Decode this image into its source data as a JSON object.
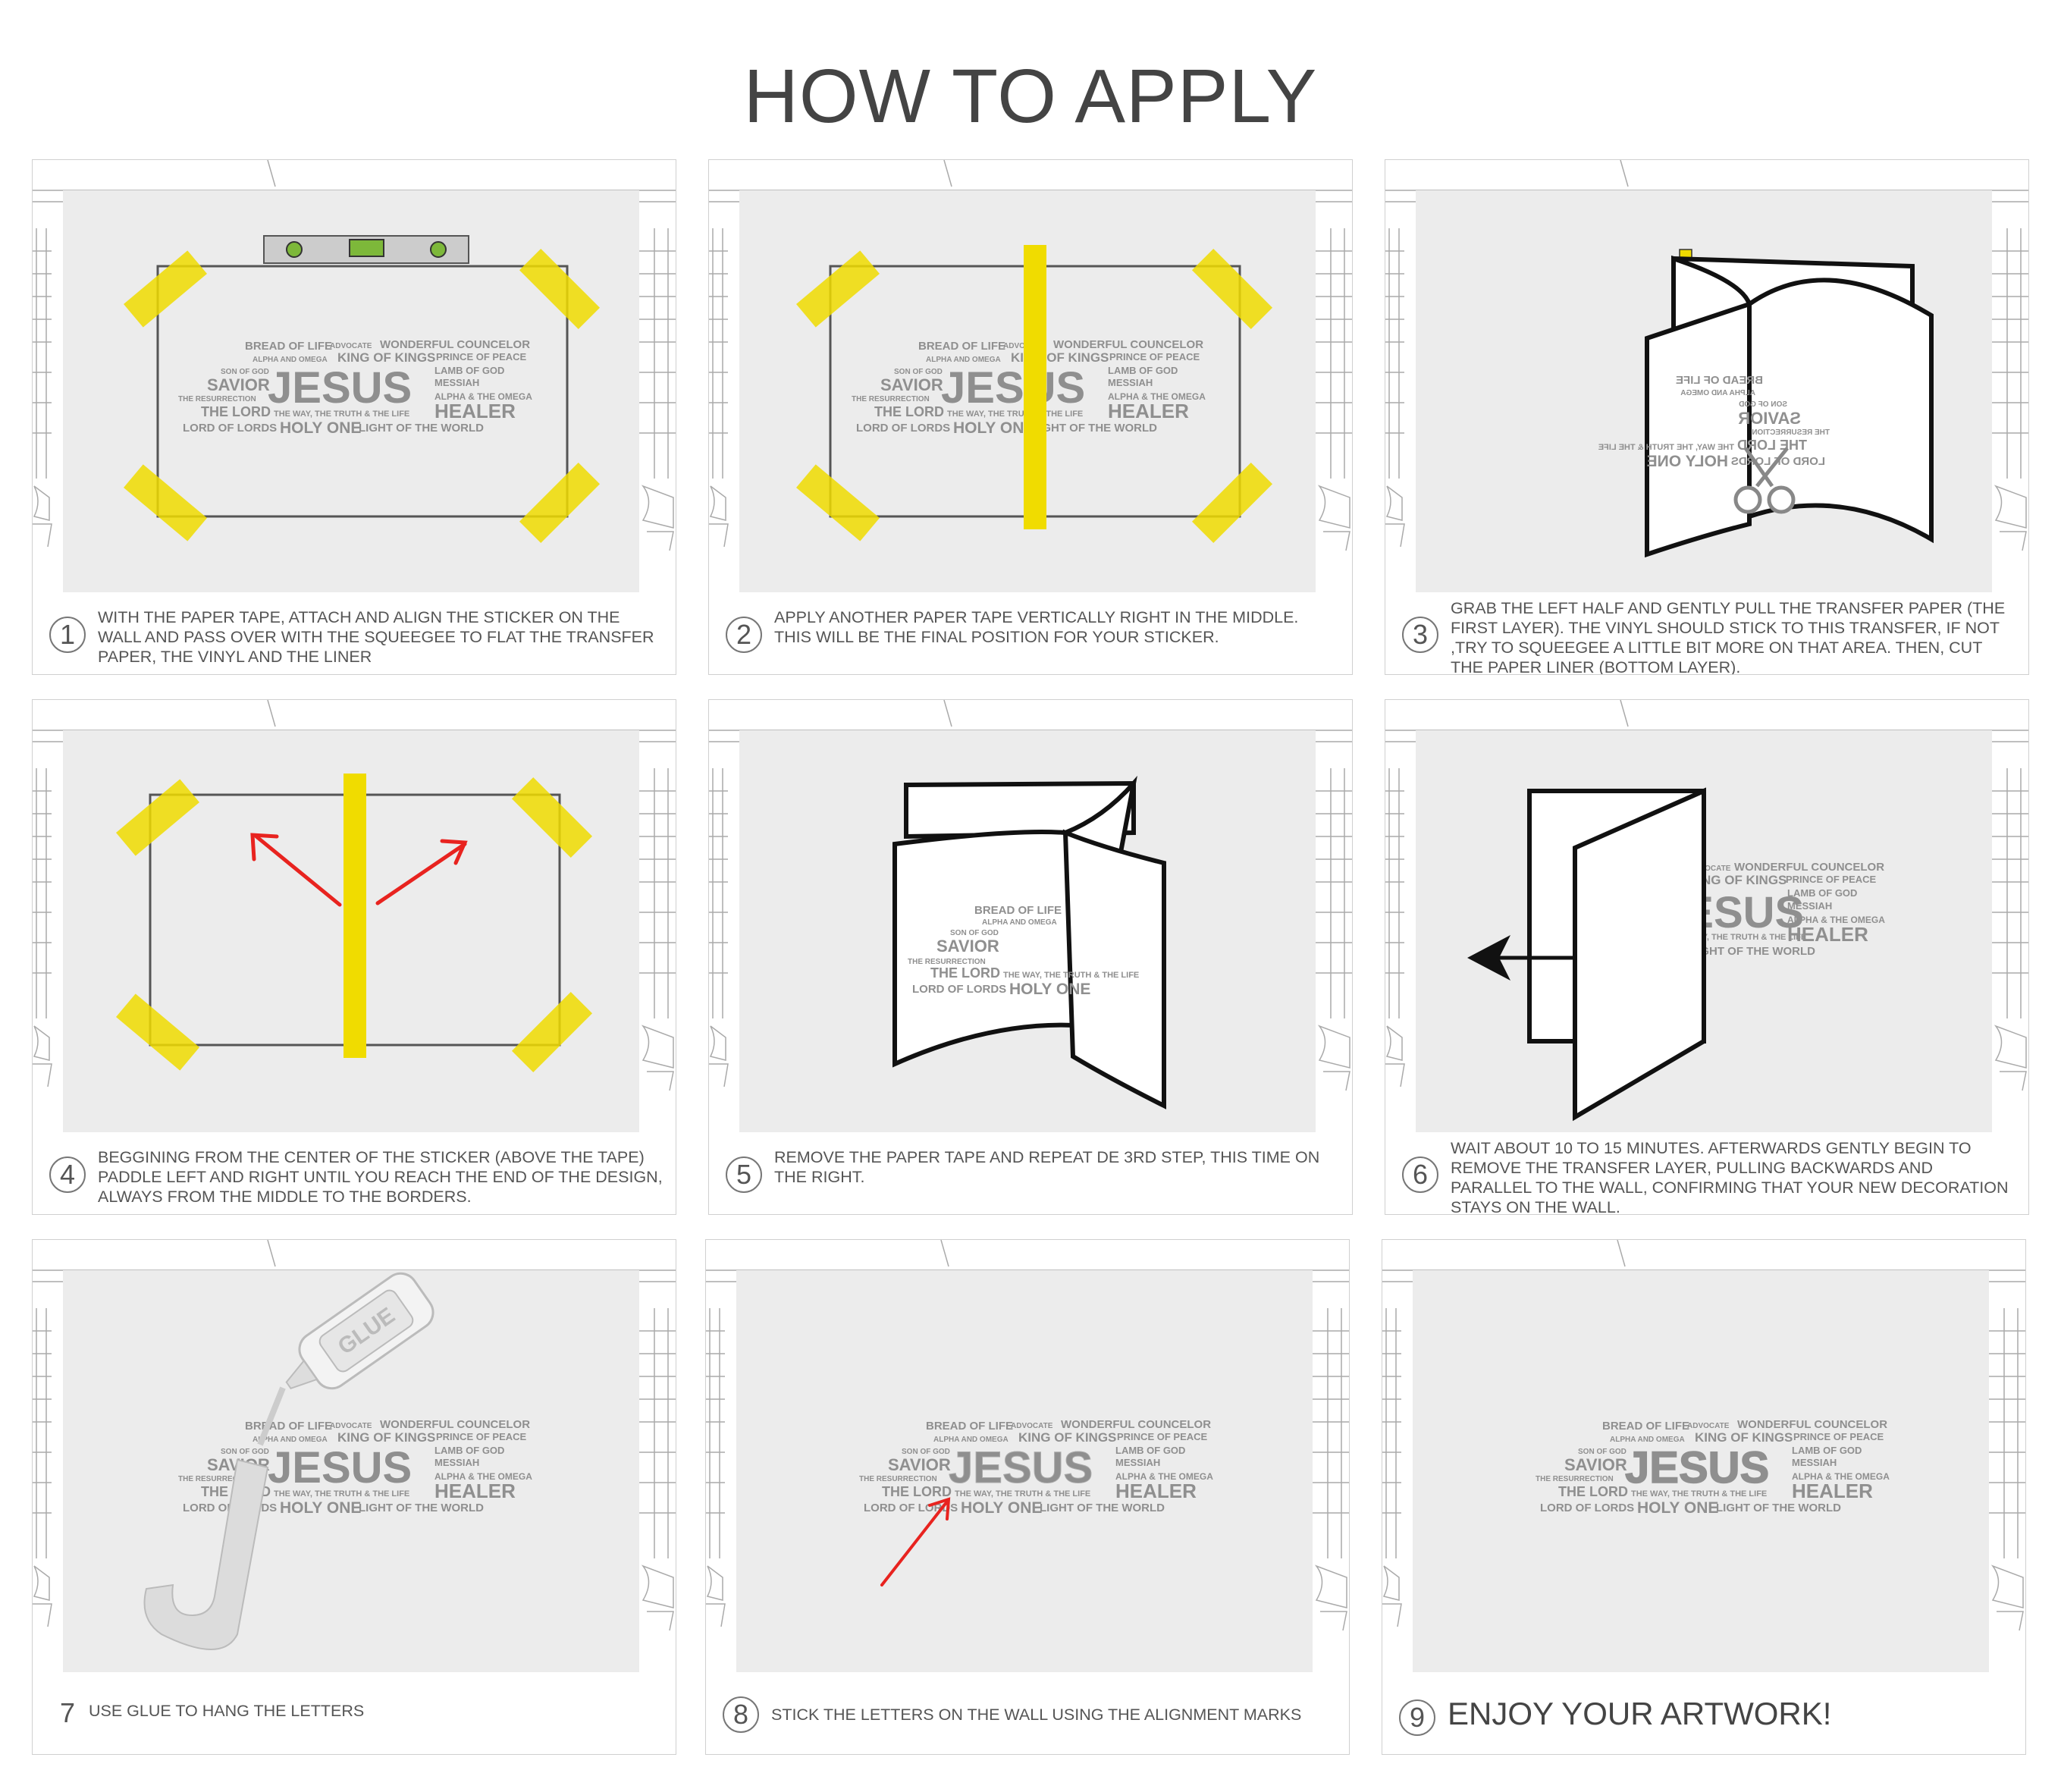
{
  "page_title": "HOW TO APPLY",
  "wordcloud": {
    "bread_of_life": "BREAD OF LIFE",
    "advocate": "ADVOCATE",
    "wonderful_councelor": "WONDERFUL COUNCELOR",
    "alpha_and_omega": "ALPHA AND OMEGA",
    "king_of_kings": "KING OF KINGS",
    "prince_of_peace": "PRINCE OF PEACE",
    "son_of_god": "SON OF GOD",
    "lamb_of_god": "LAMB OF GOD",
    "savior": "SAVIOR",
    "jesus": "JESUS",
    "messiah": "MESSIAH",
    "the_resurrection": "THE RESURRECTION",
    "alpha_the_omega": "ALPHA & THE OMEGA",
    "the_lord": "THE LORD",
    "the_way": "THE WAY, THE TRUTH & THE LIFE",
    "healer": "HEALER",
    "lord_of_lords": "LORD OF LORDS",
    "holy_one": "HOLY ONE",
    "light_of_the_world": "LIGHT OF THE WORLD"
  },
  "glue_label": "GLUE",
  "steps": [
    {
      "number": "1",
      "text": "WITH THE PAPER TAPE, ATTACH AND ALIGN THE STICKER ON THE WALL AND PASS OVER WITH THE SQUEEGEE TO FLAT THE TRANSFER PAPER, THE VINYL AND THE LINER"
    },
    {
      "number": "2",
      "text": "APPLY ANOTHER PAPER TAPE VERTICALLY RIGHT IN THE MIDDLE. THIS WILL BE THE FINAL POSITION FOR YOUR STICKER."
    },
    {
      "number": "3",
      "text": "GRAB THE LEFT HALF AND GENTLY PULL THE TRANSFER PAPER (THE FIRST LAYER). THE VINYL SHOULD STICK TO THIS TRANSFER, IF NOT ,TRY TO SQUEEGEE A LITTLE BIT MORE ON THAT AREA. THEN, CUT THE PAPER LINER (BOTTOM LAYER)."
    },
    {
      "number": "4",
      "text": "BEGGINING FROM THE CENTER OF THE STICKER (ABOVE THE TAPE) PADDLE LEFT AND RIGHT UNTIL YOU REACH THE END OF THE DESIGN, ALWAYS FROM THE MIDDLE TO THE BORDERS."
    },
    {
      "number": "5",
      "text": "REMOVE THE PAPER TAPE AND REPEAT DE 3RD STEP, THIS TIME ON THE RIGHT."
    },
    {
      "number": "6",
      "text": "WAIT ABOUT 10 TO 15 MINUTES. AFTERWARDS GENTLY BEGIN TO REMOVE THE TRANSFER LAYER, PULLING BACKWARDS AND PARALLEL TO THE WALL, CONFIRMING THAT YOUR NEW DECORATION STAYS ON THE WALL."
    },
    {
      "number": "7",
      "text": "USE GLUE TO HANG THE LETTERS"
    },
    {
      "number": "8",
      "text": "STICK THE LETTERS ON THE WALL USING THE ALIGNMENT MARKS"
    },
    {
      "number": "9",
      "text": "ENJOY YOUR ARTWORK!"
    }
  ],
  "colors": {
    "tape": "#f0dc00",
    "arrow_red": "#e8231f",
    "wall": "#ececec",
    "outline": "#555555",
    "text_gray": "#8f8f8f"
  },
  "icons": [
    "level-icon",
    "scissors-icon",
    "glue-bottle-icon",
    "arrow-left-icon",
    "red-arrow-icon"
  ]
}
